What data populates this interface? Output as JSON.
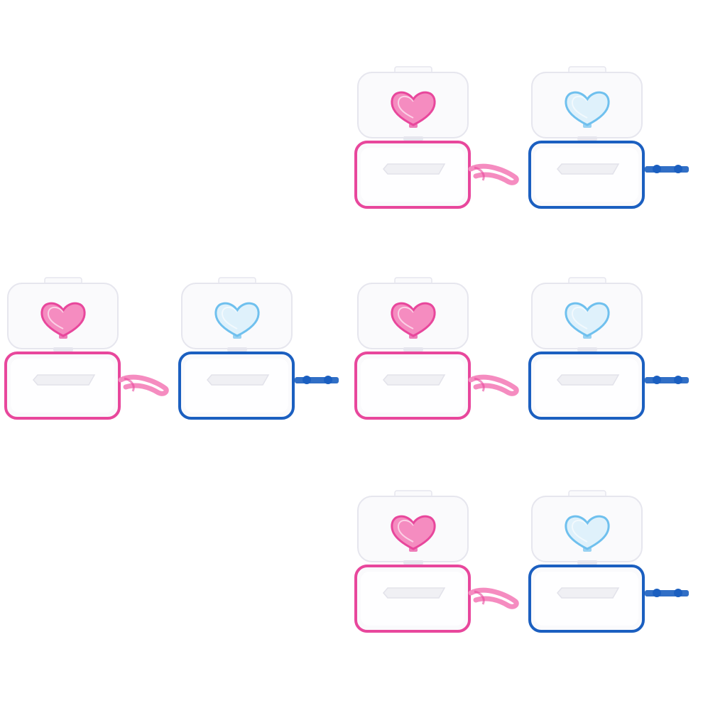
{
  "colors": {
    "background": "#ffffff",
    "pink": "#e8479c",
    "pink_light": "#f58cc0",
    "blue": "#1b5fc0",
    "blue_light": "#6fc0ee",
    "shell": "#fafafc",
    "shell_edge": "#e6e6ee"
  },
  "products": [
    {
      "id": "top-pink",
      "color": "pink"
    },
    {
      "id": "top-blue",
      "color": "blue"
    },
    {
      "id": "middle-pink-left",
      "color": "pink"
    },
    {
      "id": "middle-blue-left",
      "color": "blue"
    },
    {
      "id": "middle-pink-right",
      "color": "pink"
    },
    {
      "id": "middle-blue-right",
      "color": "blue"
    },
    {
      "id": "bottom-pink",
      "color": "pink"
    },
    {
      "id": "bottom-blue",
      "color": "blue"
    }
  ]
}
